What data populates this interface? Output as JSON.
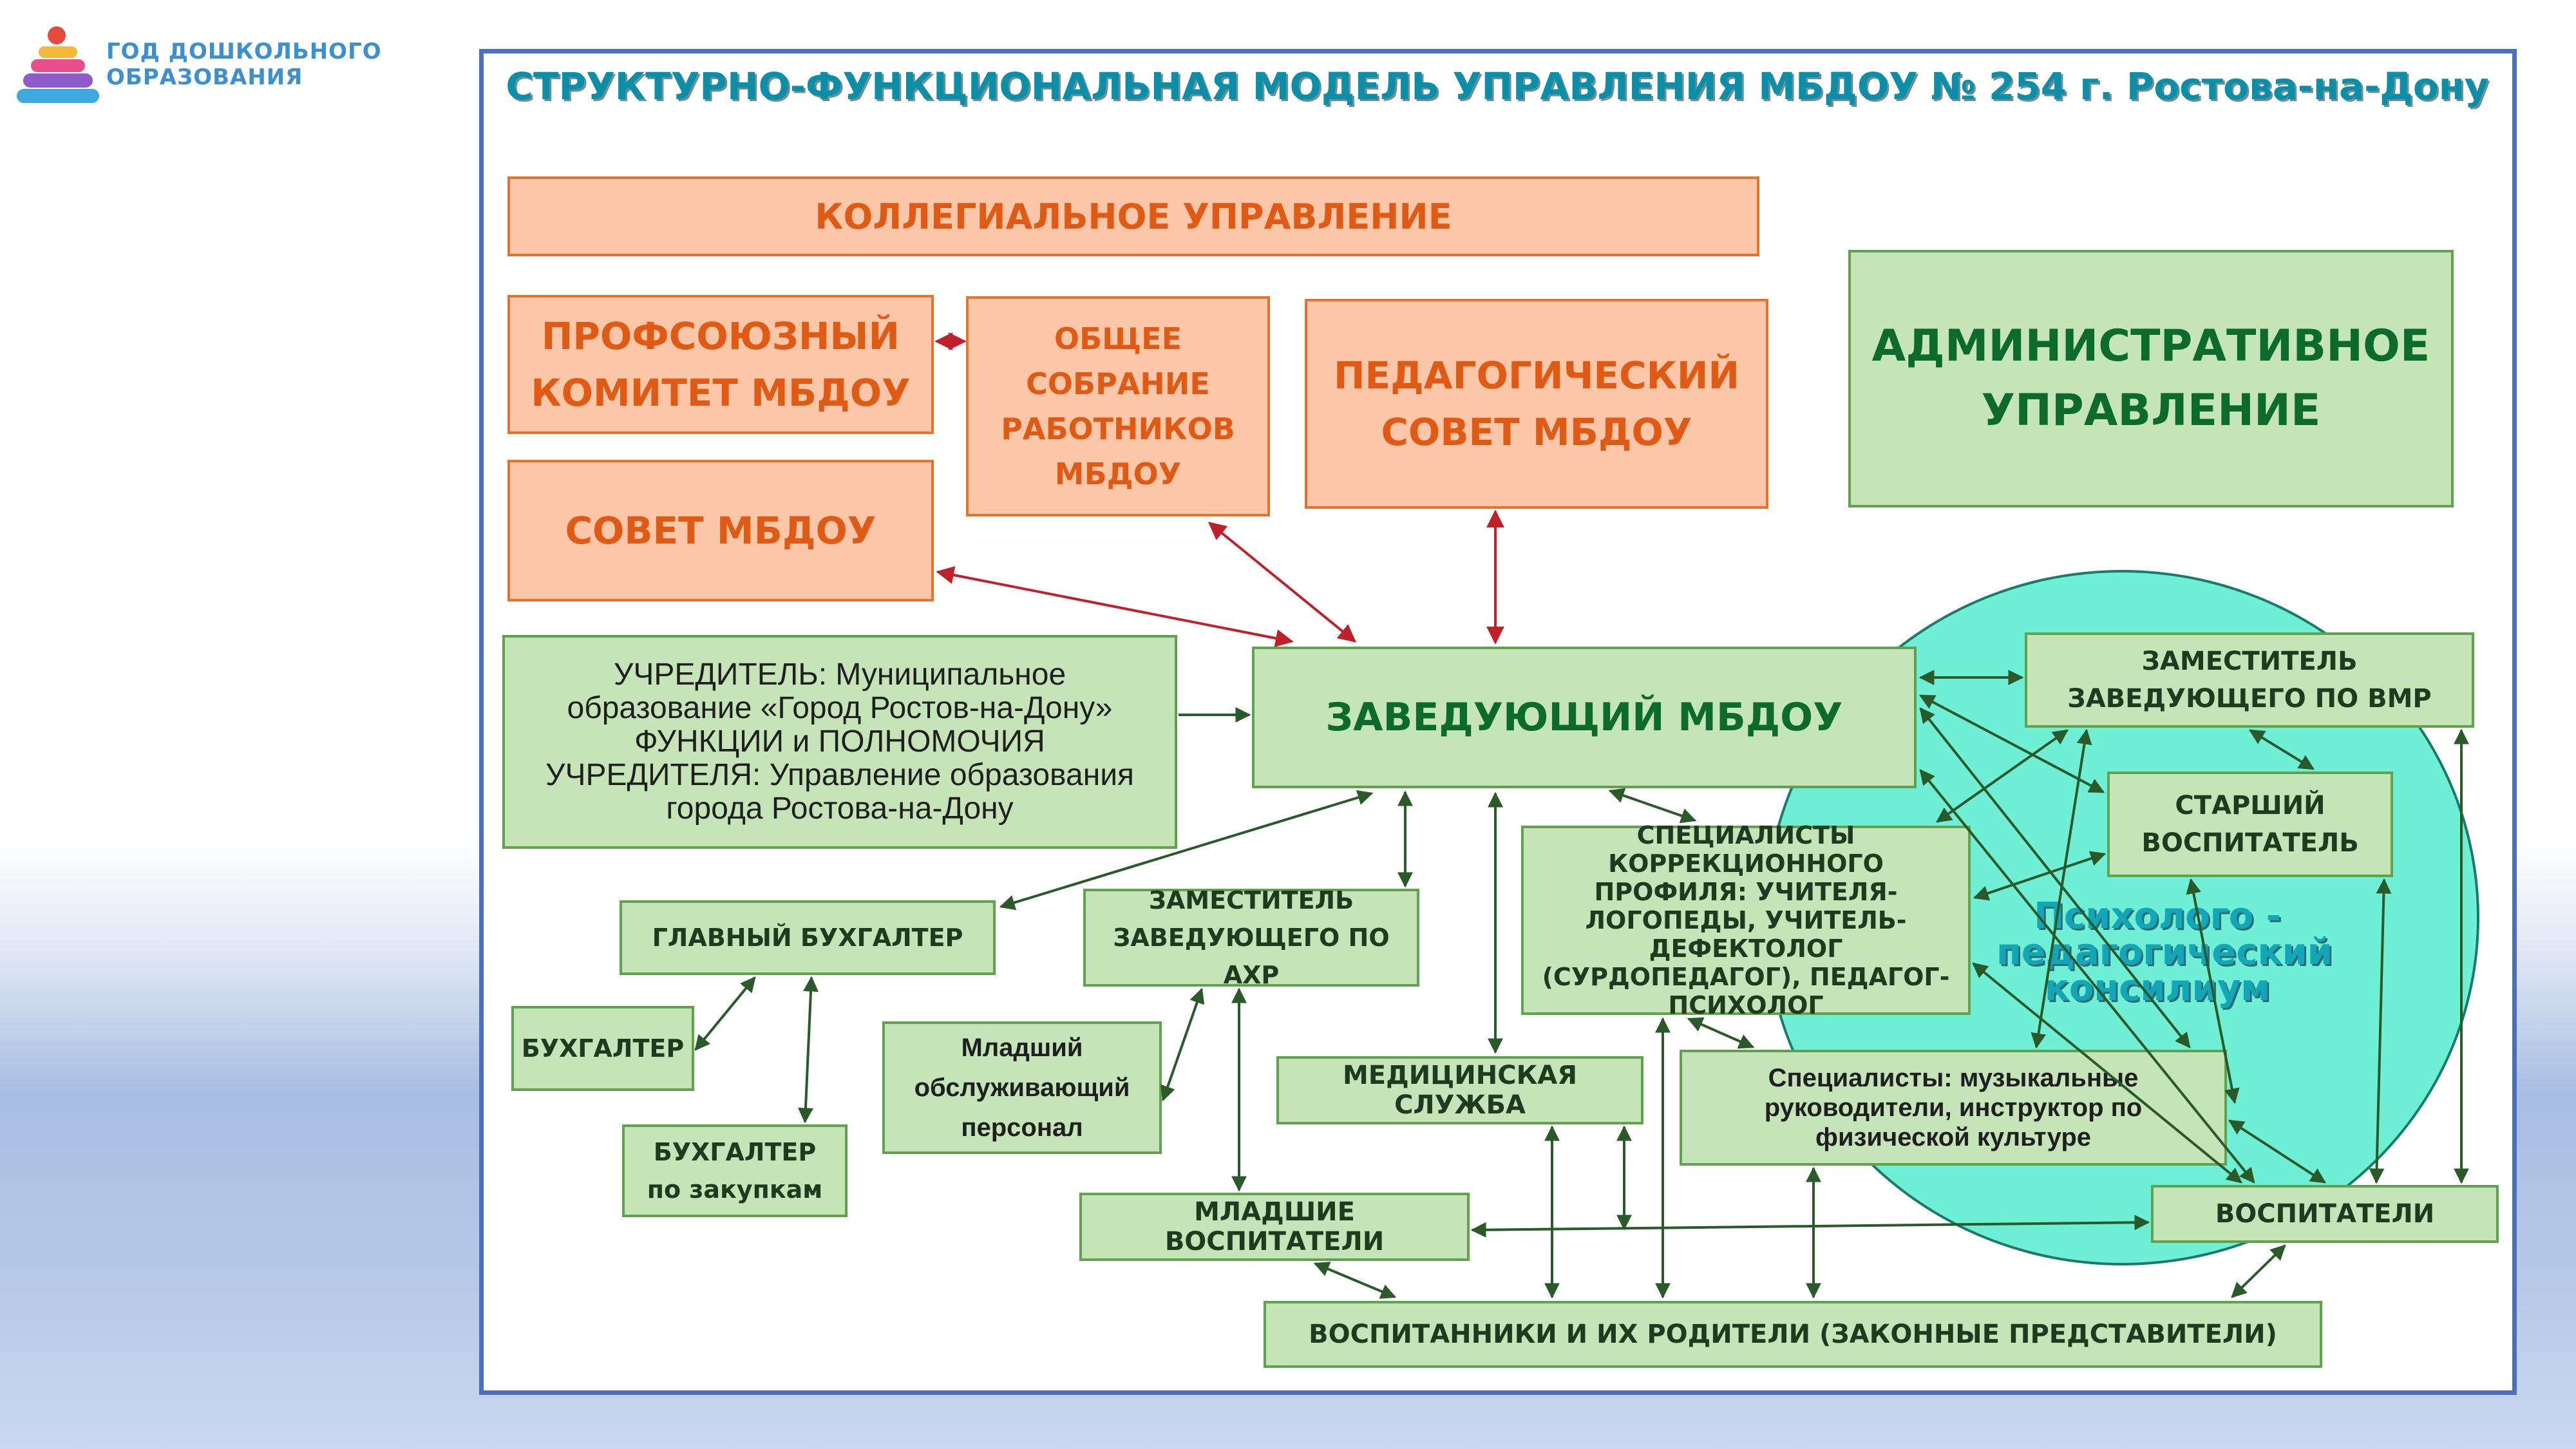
{
  "logo": {
    "line1": "ГОД ДОШКОЛЬНОГО",
    "line2": "ОБРАЗОВАНИЯ"
  },
  "title": "СТРУКТУРНО-ФУНКЦИОНАЛЬНАЯ МОДЕЛЬ УПРАВЛЕНИЯ МБДОУ № 254 г. Ростова-на-Дону",
  "collegial": "КОЛЛЕГИАЛЬНОЕ УПРАВЛЕНИЕ",
  "union": "ПРОФСОЮЗНЫЙ КОМИТЕТ МБДОУ",
  "general_meeting": "ОБЩЕЕ СОБРАНИЕ РАБОТНИКОВ МБДОУ",
  "ped_council": "ПЕДАГОГИЧЕСКИЙ СОВЕТ МБДОУ",
  "council": "СОВЕТ МБДОУ",
  "admin": "АДМИНИСТРАТИВНОЕ УПРАВЛЕНИЕ",
  "founder": "УЧРЕДИТЕЛЬ: Муниципальное образование «Город Ростов-на-Дону» ФУНКЦИИ и ПОЛНОМОЧИЯ УЧРЕДИТЕЛЯ: Управление образования города Ростова-на-Дону",
  "head": "ЗАВЕДУЮЩИЙ МБДОУ",
  "deputy_vmr": "ЗАМЕСТИТЕЛЬ ЗАВЕДУЮЩЕГО ПО ВМР",
  "senior_teacher": "СТАРШИЙ ВОСПИТАТЕЛЬ",
  "psy_council": "Психолого - педагогический консилиум",
  "chief_accountant": "ГЛАВНЫЙ БУХГАЛТЕР",
  "deputy_ahr": "ЗАМЕСТИТЕЛЬ ЗАВЕДУЮЩЕГО ПО АХР",
  "correction_specialists": "СПЕЦИАЛИСТЫ КОРРЕКЦИОННОГО ПРОФИЛЯ: УЧИТЕЛЯ-ЛОГОПЕДЫ, УЧИТЕЛЬ-ДЕФЕКТОЛОГ (СУРДОПЕДАГОГ), ПЕДАГОГ-ПСИХОЛОГ",
  "accountant": "БУХГАЛТЕР",
  "junior_staff": "Младший обслуживающий персонал",
  "medical": "МЕДИЦИНСКАЯ СЛУЖБА",
  "specialists": "Специалисты: музыкальные руководители, инструктор по физической культуре",
  "procurement_accountant": "БУХГАЛТЕР по закупкам",
  "junior_teachers": "МЛАДШИЕ ВОСПИТАТЕЛИ",
  "teachers": "ВОСПИТАТЕЛИ",
  "pupils": "ВОСПИТАННИКИ И ИХ РОДИТЕЛИ (ЗАКОННЫЕ ПРЕДСТАВИТЕЛИ)",
  "colors": {
    "orange_fill": "#fbc7a8",
    "orange_text": "#e05a14",
    "green_fill": "#c5e5b9",
    "green_border": "#62a14e",
    "arrow_red": "#c0202a",
    "arrow_green": "#2a5a2a",
    "circle": "#6ff0d6",
    "title": "#0b8fa8"
  }
}
